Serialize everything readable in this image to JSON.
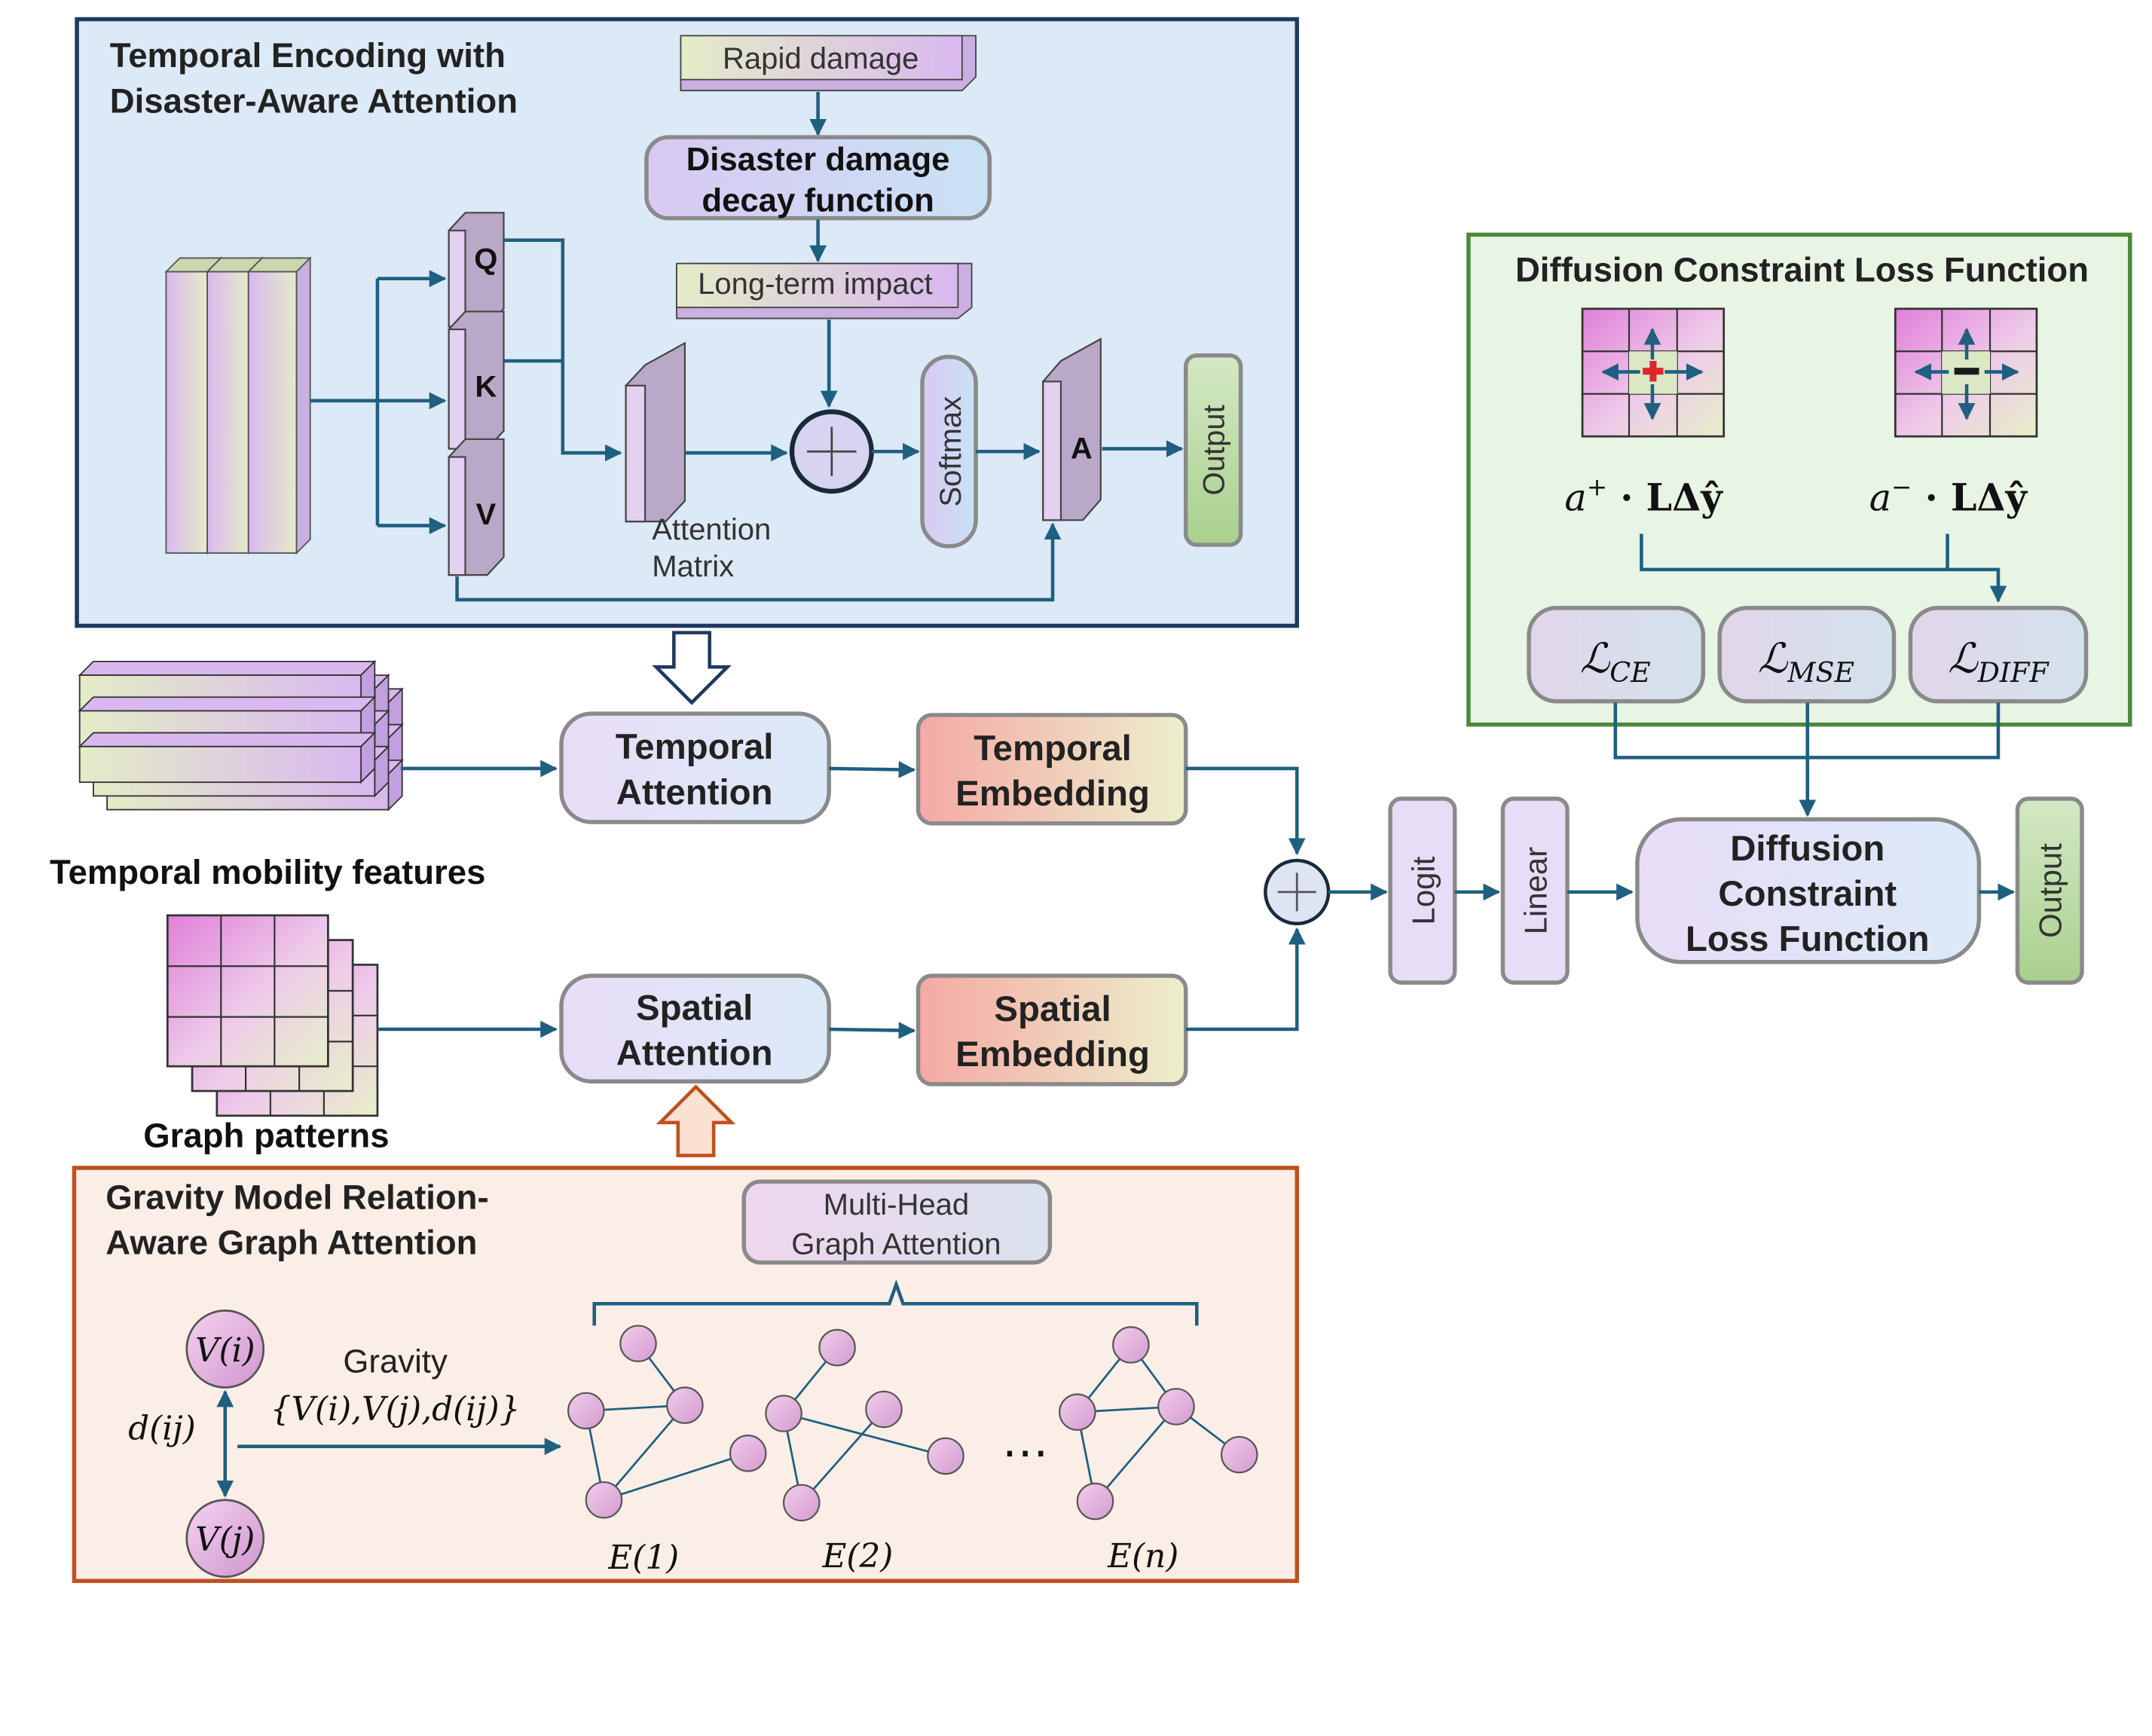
{
  "temporal_panel": {
    "title_line1": "Temporal Encoding with",
    "title_line2": "Disaster-Aware Attention",
    "rapid_damage": "Rapid damage",
    "decay_line1": "Disaster damage",
    "decay_line2": "decay function",
    "long_term": "Long-term impact",
    "q": "Q",
    "k": "K",
    "v": "V",
    "attn_matrix_line1": "Attention",
    "attn_matrix_line2": "Matrix",
    "softmax": "Softmax",
    "a": "A",
    "output": "Output"
  },
  "diffusion_panel": {
    "title": "Diffusion Constraint Loss Function",
    "formula_pos_base": "a",
    "formula_pos_sup": "+",
    "formula_neg_base": "a",
    "formula_neg_sup": "−",
    "formula_tail": " · LΔŷ",
    "loss_ce": "CE",
    "loss_mse": "MSE",
    "loss_diff": "DIFF",
    "loss_symbol": "ℒ"
  },
  "middle": {
    "temporal_features_label": "Temporal mobility features",
    "graph_patterns_label": "Graph patterns",
    "temporal_attention_line1": "Temporal",
    "temporal_attention_line2": "Attention",
    "temporal_embedding_line1": "Temporal",
    "temporal_embedding_line2": "Embedding",
    "spatial_attention_line1": "Spatial",
    "spatial_attention_line2": "Attention",
    "spatial_embedding_line1": "Spatial",
    "spatial_embedding_line2": "Embedding",
    "logit": "Logit",
    "linear": "Linear",
    "dcl_line1": "Diffusion",
    "dcl_line2": "Constraint",
    "dcl_line3": "Loss Function",
    "output": "Output"
  },
  "gravity_panel": {
    "title_line1": "Gravity Model Relation-",
    "title_line2": "Aware Graph Attention",
    "mhga_line1": "Multi-Head",
    "mhga_line2": "Graph Attention",
    "vi": "V(i)",
    "vj": "V(j)",
    "dij": "d(ij)",
    "gravity": "Gravity",
    "gravity_formula": "{V(i),V(j),d(ij)}",
    "e1": "E(1)",
    "e2": "E(2)",
    "en": "E(n)",
    "ellipsis": "⋯"
  },
  "colors": {
    "arrow": "#1f5f80",
    "temporal_panel_bg": "#dce9f6",
    "temporal_panel_border": "#1f3a5f",
    "diffusion_panel_bg": "#e8f4e4",
    "diffusion_panel_border": "#4a8a3a",
    "gravity_panel_bg": "#fbeee6",
    "gravity_panel_border": "#c0501f"
  }
}
